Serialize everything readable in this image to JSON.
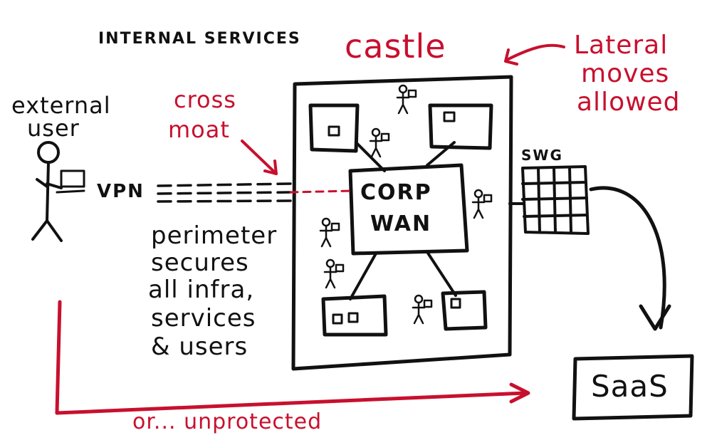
{
  "labels": {
    "internal_services": "INTERNAL SERVICES",
    "castle": "castle",
    "lateral": [
      "Lateral",
      "moves",
      "allowed"
    ],
    "external_user": [
      "external",
      "user"
    ],
    "cross_moat": [
      "cross",
      "moat"
    ],
    "vpn": "VPN",
    "corp_wan": [
      "CORP",
      "WAN"
    ],
    "swg": "SWG",
    "perimeter": [
      "perimeter",
      "secures",
      "all infra,",
      "services",
      "& users"
    ],
    "saas": "SaaS",
    "unprotected": "or... unprotected"
  },
  "colors": {
    "ink": "#111111",
    "red": "#c8102e",
    "background": "#ffffff"
  }
}
